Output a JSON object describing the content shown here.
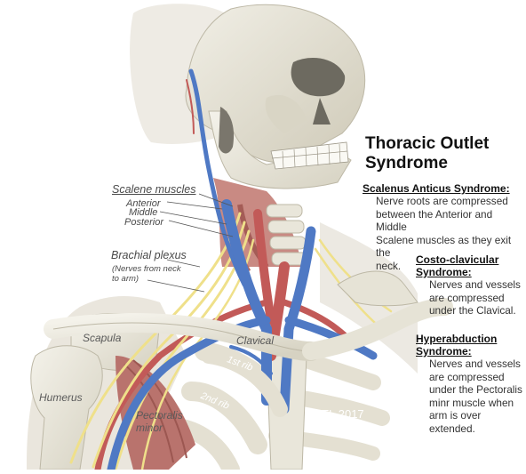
{
  "title_line1": "Thoracic Outlet",
  "title_line2": "Syndrome",
  "sections": [
    {
      "heading": "Scalenus Anticus Syndrome:",
      "lines": [
        "Nerve roots are compressed",
        "between the Anterior and Middle",
        "Scalene muscles as they exit the",
        "neck."
      ]
    },
    {
      "heading_lines": [
        "Costo-clavicular",
        "Syndrome:"
      ],
      "lines": [
        "Nerves and vessels",
        "are compressed",
        "under the Clavical."
      ]
    },
    {
      "heading_lines": [
        "Hyperabduction",
        "Syndrome:"
      ],
      "lines": [
        "Nerves and vessels",
        "are compressed",
        "under the Pectoralis",
        "minr muscle when",
        "arm is over extended."
      ]
    }
  ],
  "labels": {
    "scalene_muscles": "Scalene muscles",
    "anterior": "Anterior",
    "middle": "Middle",
    "posterior": "Posterior",
    "brachial_plexus": "Brachial plexus",
    "brachial_sub_1": "(Nerves from neck",
    "brachial_sub_2": "to arm)",
    "scapula": "Scapula",
    "clavical": "Clavical",
    "first_rib": "1st rib",
    "second_rib": "2nd rib",
    "humerus": "Humerus",
    "pectoralis_1": "Pectoralis",
    "pectoralis_2": "minor"
  },
  "copyright": "©NTI, 2017",
  "colors": {
    "bone": "#e6e3d6",
    "artery": "#c25a58",
    "vein": "#4f79c4",
    "nerve": "#efe08a",
    "muscle": "#b9736d"
  }
}
